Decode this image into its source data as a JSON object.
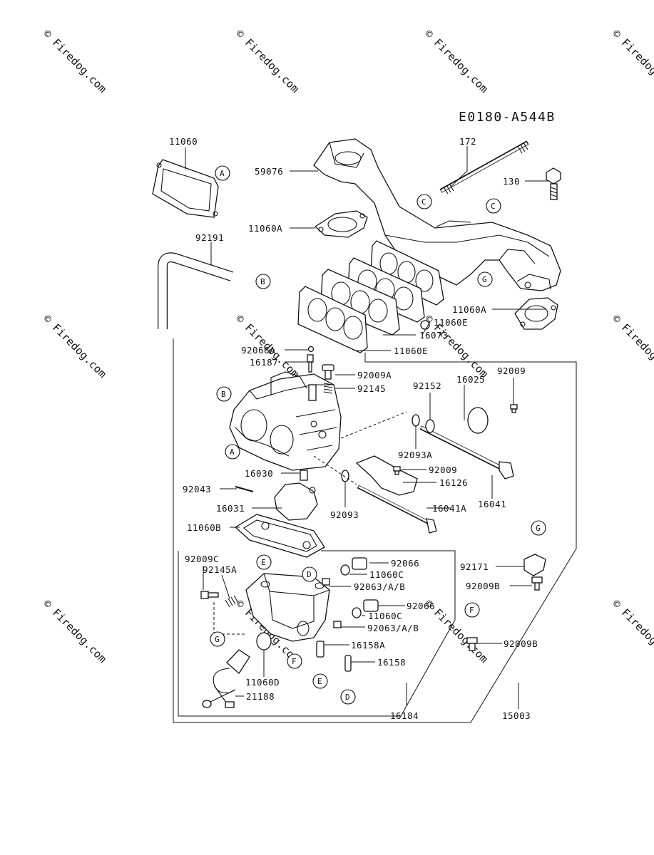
{
  "diagram_code": "E0180-A544B",
  "watermark": "© Firedog.com",
  "parts": {
    "p11060": "11060",
    "p172": "172",
    "p59076": "59076",
    "p130": "130",
    "p11060A_top": "11060A",
    "p92191": "92191",
    "p11060A_right": "11060A",
    "p11060E_a": "11060E",
    "p16073": "16073",
    "p11060E_b": "11060E",
    "p92066A": "92066A",
    "p16187": "16187",
    "p92009A": "92009A",
    "p92145": "92145",
    "p16025": "16025",
    "p92009_r": "92009",
    "p92152": "92152",
    "p92093A": "92093A",
    "p92009_m": "92009",
    "p16030": "16030",
    "p16126": "16126",
    "p92043": "92043",
    "p92093": "92093",
    "p16041A": "16041A",
    "p16041": "16041",
    "p16031": "16031",
    "p11060B": "11060B",
    "p92009C": "92009C",
    "p92145A": "92145A",
    "p92066_a": "92066",
    "p11060C_a": "11060C",
    "p92063_a": "92063/A/B",
    "p92066_b": "92066",
    "p11060C_b": "11060C",
    "p92063_b": "92063/A/B",
    "p92171": "92171",
    "p92009B_a": "92009B",
    "p16158A": "16158A",
    "p16158": "16158",
    "p92009B_b": "92009B",
    "p11060D": "11060D",
    "p21188": "21188",
    "p16184": "16184",
    "p15003": "15003"
  },
  "callouts": {
    "A": "A",
    "B": "B",
    "C": "C",
    "D": "D",
    "E": "E",
    "F": "F",
    "G": "G"
  }
}
